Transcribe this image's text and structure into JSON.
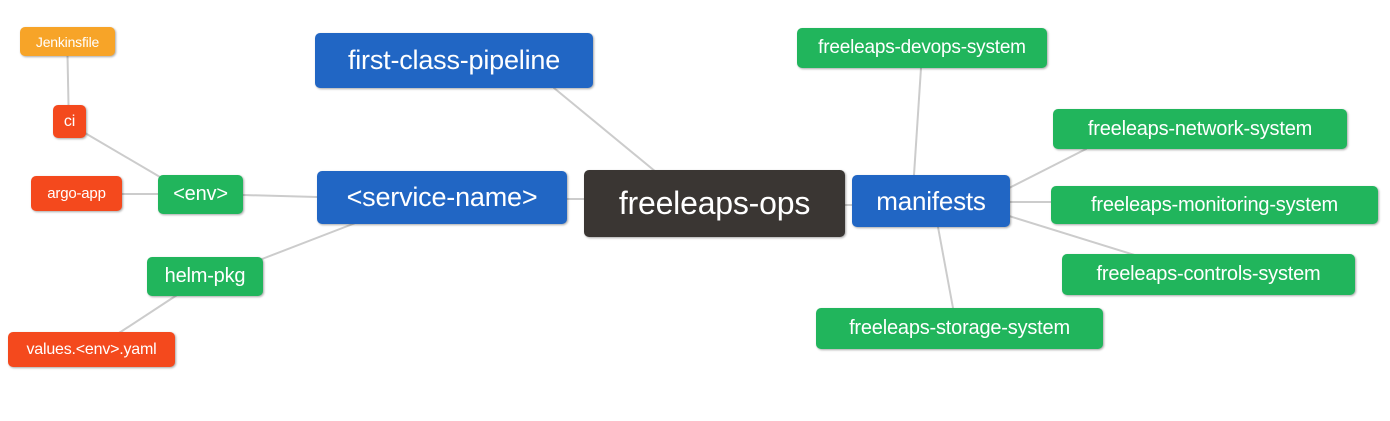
{
  "diagram": {
    "type": "mindmap",
    "root_label": "freeleaps-ops",
    "palette": {
      "blue": "#2166c4",
      "green": "#21b55c",
      "orange": "#f7a428",
      "red": "#f4491d",
      "dark": "#3a3633",
      "edge": "#cccccc",
      "text": "#ffffff",
      "background": "#ffffff"
    },
    "nodes": [
      {
        "id": "jenkinsfile",
        "label": "Jenkinsfile",
        "color": "orange"
      },
      {
        "id": "ci",
        "label": "ci",
        "color": "red"
      },
      {
        "id": "argo-app",
        "label": "argo-app",
        "color": "red"
      },
      {
        "id": "env",
        "label": "<env>",
        "color": "green"
      },
      {
        "id": "helm-pkg",
        "label": "helm-pkg",
        "color": "green"
      },
      {
        "id": "values-env-yaml",
        "label": "values.<env>.yaml",
        "color": "red"
      },
      {
        "id": "first-class-pipeline",
        "label": "first-class-pipeline",
        "color": "blue"
      },
      {
        "id": "service-name",
        "label": "<service-name>",
        "color": "blue"
      },
      {
        "id": "freeleaps-ops",
        "label": "freeleaps-ops",
        "color": "dark"
      },
      {
        "id": "manifests",
        "label": "manifests",
        "color": "blue"
      },
      {
        "id": "devops-system",
        "label": "freeleaps-devops-system",
        "color": "green"
      },
      {
        "id": "network-system",
        "label": "freeleaps-network-system",
        "color": "green"
      },
      {
        "id": "monitoring-system",
        "label": "freeleaps-monitoring-system",
        "color": "green"
      },
      {
        "id": "controls-system",
        "label": "freeleaps-controls-system",
        "color": "green"
      },
      {
        "id": "storage-system",
        "label": "freeleaps-storage-system",
        "color": "green"
      }
    ],
    "edges": [
      {
        "from": "jenkinsfile",
        "to": "ci"
      },
      {
        "from": "ci",
        "to": "env"
      },
      {
        "from": "argo-app",
        "to": "env"
      },
      {
        "from": "env",
        "to": "service-name"
      },
      {
        "from": "service-name",
        "to": "freeleaps-ops"
      },
      {
        "from": "first-class-pipeline",
        "to": "freeleaps-ops"
      },
      {
        "from": "service-name",
        "to": "helm-pkg"
      },
      {
        "from": "helm-pkg",
        "to": "values-env-yaml"
      },
      {
        "from": "freeleaps-ops",
        "to": "manifests"
      },
      {
        "from": "manifests",
        "to": "devops-system"
      },
      {
        "from": "manifests",
        "to": "network-system"
      },
      {
        "from": "manifests",
        "to": "monitoring-system"
      },
      {
        "from": "manifests",
        "to": "controls-system"
      },
      {
        "from": "manifests",
        "to": "storage-system"
      }
    ]
  }
}
